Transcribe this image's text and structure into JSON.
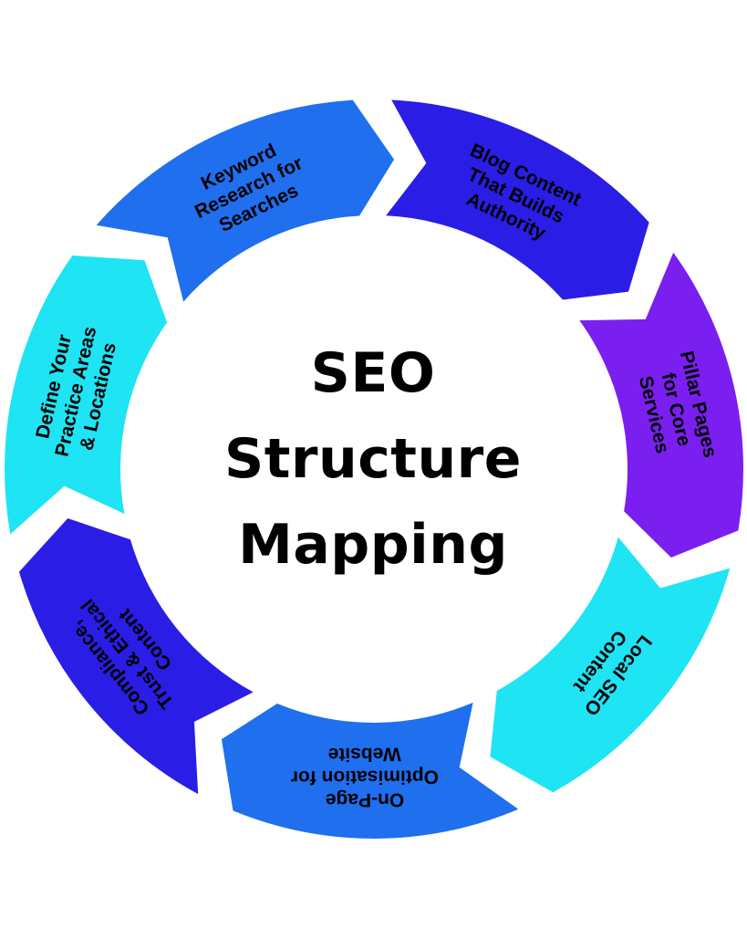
{
  "title_lines": [
    "SEO",
    "Structure",
    "Mapping"
  ],
  "segments": [
    {
      "lines": [
        "Keyword",
        "Research for",
        "Searches"
      ],
      "color": "#1f6fef"
    },
    {
      "lines": [
        "Blog Content",
        "That Builds",
        "Authority"
      ],
      "color": "#2a1de6"
    },
    {
      "lines": [
        "Pillar Pages",
        "for Core",
        "Services"
      ],
      "color": "#7a1ff0"
    },
    {
      "lines": [
        "Local SEO",
        "Content"
      ],
      "color": "#1ee4f4"
    },
    {
      "lines": [
        "On-Page",
        "Optimisation for",
        "Website"
      ],
      "color": "#1f6fef"
    },
    {
      "lines": [
        "Compliance,",
        "Trust & Ethical",
        "Content"
      ],
      "color": "#2a1de6"
    },
    {
      "lines": [
        "Define Your",
        "Practice Areas",
        "& Locations"
      ],
      "color": "#1ee4f4"
    }
  ]
}
